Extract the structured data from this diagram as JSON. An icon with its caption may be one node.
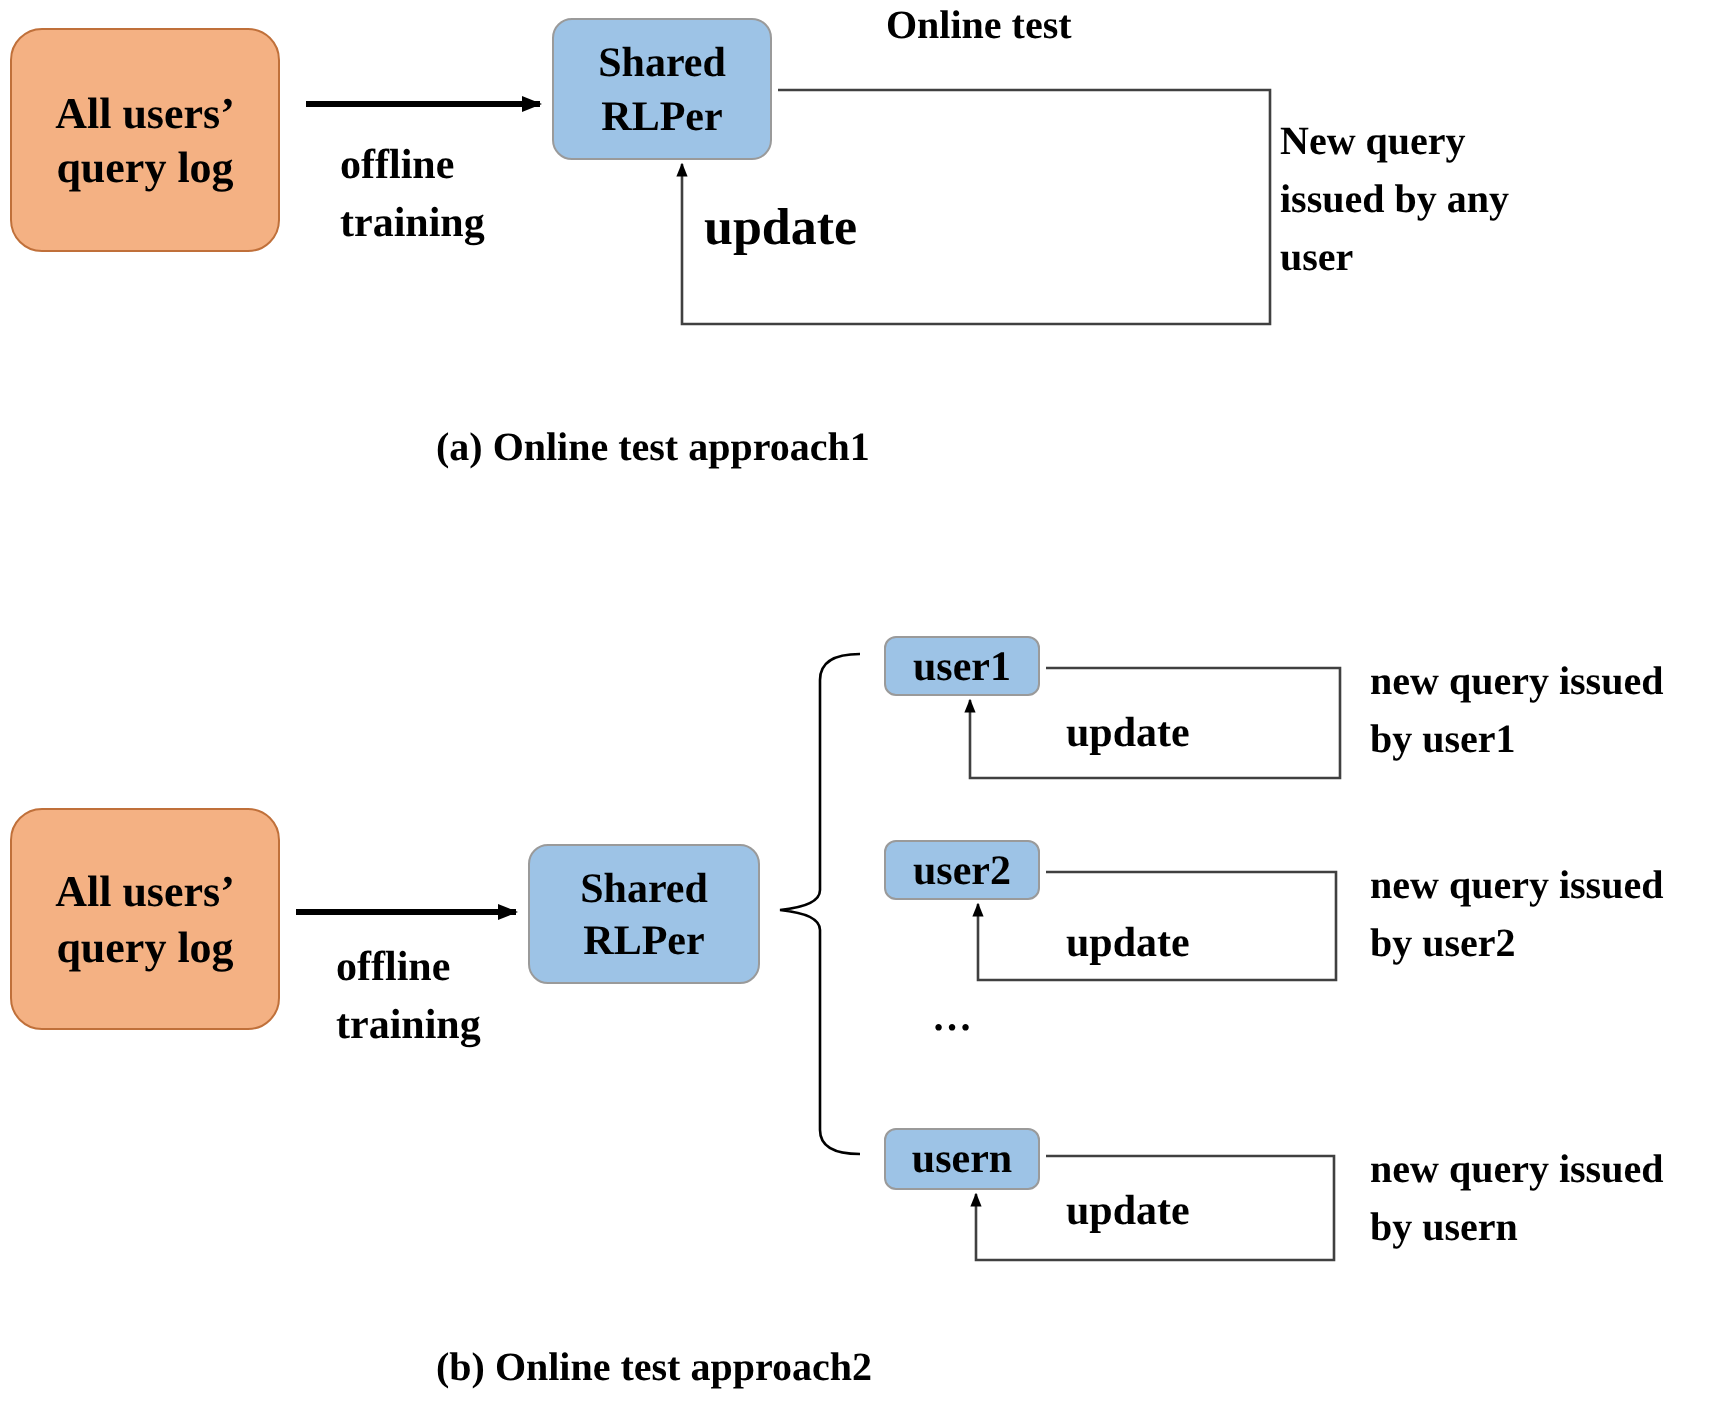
{
  "diagram": {
    "nodes": [
      {
        "text": [
          "All users’ query log"
        ]
      },
      {
        "text": [
          "Shared RLPer"
        ]
      },
      {
        "text": [
          "All users’ query log"
        ]
      },
      {
        "text": [
          "Shared RLPer"
        ]
      },
      {
        "text": [
          "user1"
        ]
      },
      {
        "text": [
          "user2"
        ]
      },
      {
        "text": [
          "usern"
        ]
      }
    ],
    "edges": [
      {
        "from": 0,
        "to": 1,
        "arrow": "to",
        "label": "offline training",
        "style": "thick"
      },
      {
        "from": 1,
        "to": 1,
        "arrow": "to",
        "label": "update"
      },
      {
        "from": 2,
        "to": 3,
        "arrow": "to",
        "label": "offline training",
        "style": "thick"
      },
      {
        "from": 4,
        "to": 4,
        "arrow": "to",
        "label": "update"
      },
      {
        "from": 5,
        "to": 5,
        "arrow": "to",
        "label": "update"
      },
      {
        "from": 6,
        "to": 6,
        "arrow": "to",
        "label": "update"
      }
    ],
    "labels": [
      "Online test",
      "New query issued by any user",
      "(a) Online test approach1",
      "new query issued by user1",
      "new query issued by user2",
      "…",
      "new query issued by usern",
      "(b) Online test approach2"
    ]
  }
}
